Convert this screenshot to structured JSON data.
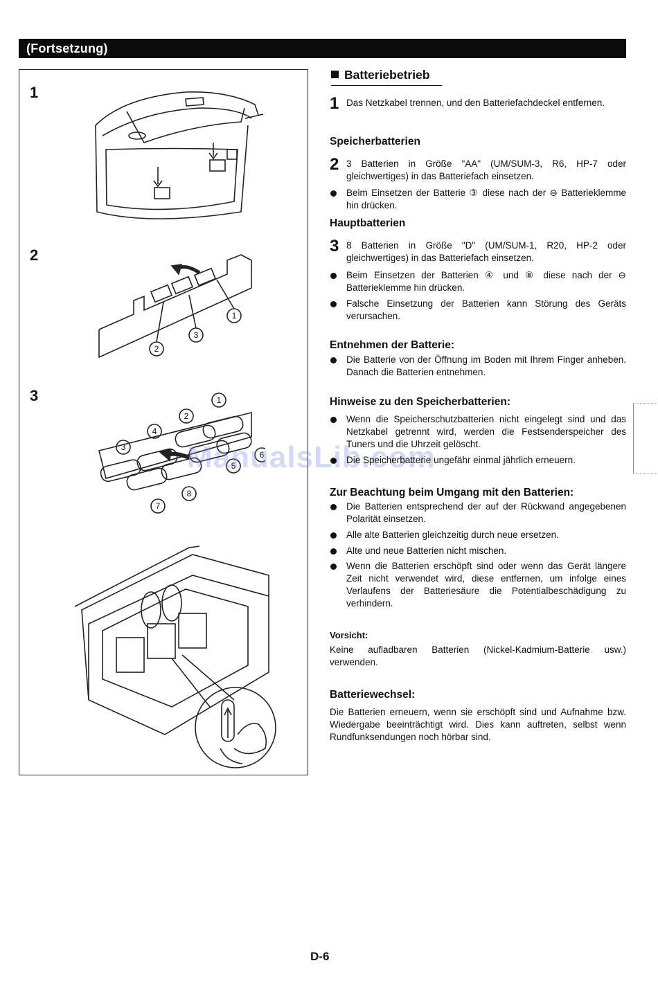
{
  "header": {
    "title": "(Fortsetzung)"
  },
  "figures": {
    "fig1_label": "1",
    "fig2_label": "2",
    "fig3_label": "3",
    "fig2_callouts": [
      "1",
      "2",
      "3"
    ],
    "fig3_callouts": [
      "1",
      "2",
      "3",
      "4",
      "5",
      "6",
      "7",
      "8"
    ]
  },
  "content": {
    "main_title": "Batteriebetrieb",
    "step1": {
      "num": "1",
      "text": "Das Netzkabel trennen, und den Batteriefachdeckel entfernen."
    },
    "speicher_title": "Speicherbatterien",
    "step2": {
      "num": "2",
      "text": "3 Batterien in Größe \"AA\" (UM/SUM-3, R6, HP-7 oder gleichwertiges) in das Batteriefach einsetzen."
    },
    "step2_bullet": "Beim Einsetzen der Batterie ③ diese nach der ⊖ Batterieklemme hin drücken.",
    "haupt_title": "Hauptbatterien",
    "step3": {
      "num": "3",
      "text": "8 Batterien in Größe \"D\" (UM/SUM-1, R20, HP-2 oder gleichwertiges) in das Batteriefach einsetzen."
    },
    "step3_bullets": [
      "Beim Einsetzen der Batterien ④ und ⑧ diese nach der ⊖ Batterieklemme hin drücken.",
      "Falsche Einsetzung der Batterien kann Störung des Geräts verursachen."
    ],
    "entnehmen_title": "Entnehmen der Batterie:",
    "entnehmen_bullet": "Die Batterie von der Öffnung im Boden mit Ihrem Finger anheben. Danach die Batterien entnehmen.",
    "hinweise_title": "Hinweise zu den Speicherbatterien:",
    "hinweise_bullets": [
      "Wenn die Speicherschutzbatterien nicht eingelegt sind und das Netzkabel getrennt wird, werden die Festsenderspeicher des Tuners und die Uhrzeit gelöscht.",
      "Die Speicherbatterie ungefähr einmal jährlich erneuern."
    ],
    "beachtung_title": "Zur Beachtung beim Umgang mit den Batterien:",
    "beachtung_bullets": [
      "Die Batterien entsprechend der auf der Rückwand angegebenen Polarität einsetzen.",
      "Alle alte Batterien gleichzeitig durch neue ersetzen.",
      "Alte und neue Batterien nicht mischen.",
      "Wenn die Batterien erschöpft sind oder wenn das Gerät längere Zeit nicht verwendet wird, diese entfernen, um infolge eines Verlaufens der Batteriesäure die Potentialbeschädigung zu verhindern."
    ],
    "vorsicht_title": "Vorsicht:",
    "vorsicht_text": "Keine aufladbaren Batterien (Nickel-Kadmium-Batterie usw.) verwenden.",
    "wechsel_title": "Batteriewechsel:",
    "wechsel_text": "Die Batterien erneuern, wenn sie erschöpft sind und Aufnahme bzw. Wiedergabe beeinträchtigt wird. Dies kann auftreten, selbst wenn Rundfunksendungen noch hörbar sind."
  },
  "footer": {
    "page_number": "D-6"
  },
  "watermark": "ManualsLib.com"
}
